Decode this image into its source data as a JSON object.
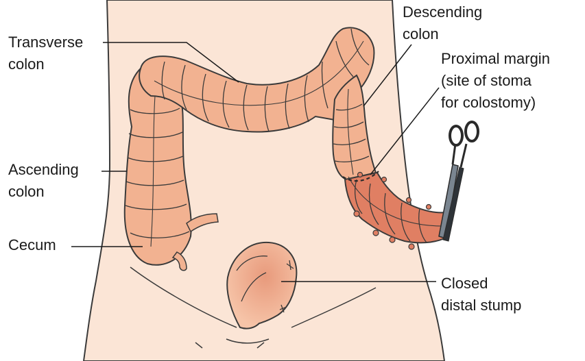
{
  "labels": {
    "transverse_colon": [
      "Transverse",
      "colon"
    ],
    "ascending_colon": [
      "Ascending",
      "colon"
    ],
    "cecum": [
      "Cecum"
    ],
    "descending_colon": [
      "Descending",
      "colon"
    ],
    "proximal_margin": [
      "Proximal margin",
      "(site of stoma",
      "for colostomy)"
    ],
    "closed_distal_stump": [
      "Closed",
      "distal stump"
    ]
  },
  "colors": {
    "skin": "#fbe5d6",
    "colon": "#f2b291",
    "colon_dark": "#e07f63",
    "outline": "#3a3a3a",
    "clamp": "#7a8590"
  }
}
